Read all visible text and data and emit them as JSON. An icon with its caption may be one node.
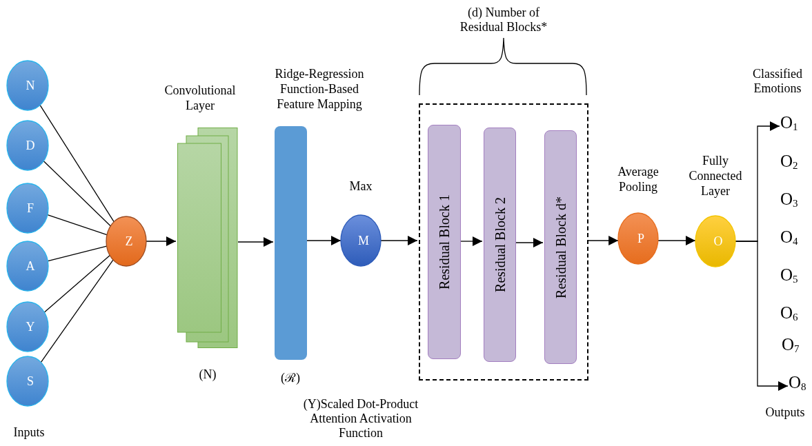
{
  "diagram": {
    "nodes": [
      {
        "text": [
          "N"
        ]
      },
      {
        "text": [
          "D"
        ]
      },
      {
        "text": [
          "F"
        ]
      },
      {
        "text": [
          "A"
        ]
      },
      {
        "text": [
          "Y"
        ]
      },
      {
        "text": [
          "S"
        ]
      },
      {
        "text": [
          "Z"
        ]
      },
      {
        "text": [
          "Convolutional Layer"
        ],
        "beside": [
          "(N)"
        ]
      },
      {
        "text": [
          "Ridge-Regression Function-Based Feature Mapping"
        ],
        "beside": [
          "(ℛ)"
        ]
      },
      {
        "text": [
          "Max",
          "M"
        ]
      },
      {
        "text": [],
        "shape": "box"
      },
      {
        "text": [
          "Residual Block 1"
        ],
        "in": 10
      },
      {
        "text": [
          "Residual Block 2"
        ],
        "in": 10
      },
      {
        "text": [
          "Residual Block d*"
        ],
        "in": 10
      },
      {
        "text": [
          "Average Pooling",
          "P"
        ]
      },
      {
        "text": [
          "Fully Connected Layer",
          "O"
        ]
      },
      {
        "text": [
          "O$_{1}$"
        ]
      },
      {
        "text": [
          "O$_{2}$"
        ]
      },
      {
        "text": [
          "O$_{3}$"
        ]
      },
      {
        "text": [
          "O$_{4}$"
        ]
      },
      {
        "text": [
          "O$_{5}$"
        ]
      },
      {
        "text": [
          "O$_{6}$"
        ]
      },
      {
        "text": [
          "O$_{7}$"
        ]
      },
      {
        "text": [
          "O$_{8}$"
        ]
      }
    ],
    "edges": [
      {
        "from": 0,
        "to": 6,
        "arrow": "none"
      },
      {
        "from": 1,
        "to": 6,
        "arrow": "none"
      },
      {
        "from": 2,
        "to": 6,
        "arrow": "none"
      },
      {
        "from": 3,
        "to": 6,
        "arrow": "none"
      },
      {
        "from": 4,
        "to": 6,
        "arrow": "none"
      },
      {
        "from": 5,
        "to": 6,
        "arrow": "none"
      },
      {
        "from": 6,
        "to": 7,
        "arrow": "to"
      },
      {
        "from": 7,
        "to": 8,
        "arrow": "to"
      },
      {
        "from": 8,
        "to": 9,
        "arrow": "to"
      },
      {
        "from": 9,
        "to": 10,
        "arrow": "to"
      },
      {
        "from": 11,
        "to": 12,
        "arrow": "to"
      },
      {
        "from": 12,
        "to": 13,
        "arrow": "to"
      },
      {
        "from": 10,
        "to": 14,
        "arrow": "to"
      },
      {
        "from": 14,
        "to": 15,
        "arrow": "to"
      },
      {
        "from": 15,
        "to": 16,
        "arrow": "to"
      },
      {
        "from": 15,
        "to": 23,
        "arrow": "to"
      }
    ],
    "labels": [
      "(d) Number of Residual Blocks*",
      "Inputs",
      "(Y)Scaled Dot-Product Attention Activation Function",
      "Classified Emotions",
      "Outputs"
    ]
  }
}
